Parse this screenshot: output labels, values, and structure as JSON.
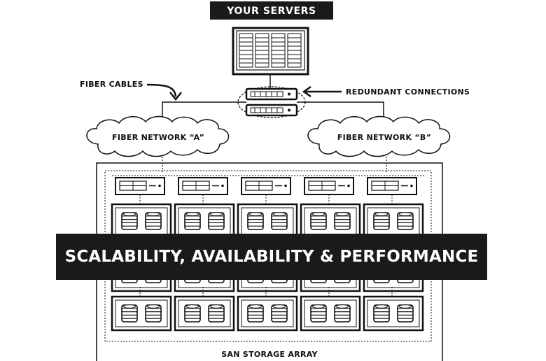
{
  "labels": {
    "servers": "YOUR SERVERS",
    "fiber_cables": "FIBER CABLES",
    "redundant_connections": "REDUNDANT CONNECTIONS",
    "network_a": "FIBER NETWORK “A”",
    "network_b": "FIBER NETWORK “B”",
    "storage_array": "SAN STORAGE ARRAY"
  },
  "banner": "SCALABILITY, AVAILABILITY & PERFORMANCE"
}
